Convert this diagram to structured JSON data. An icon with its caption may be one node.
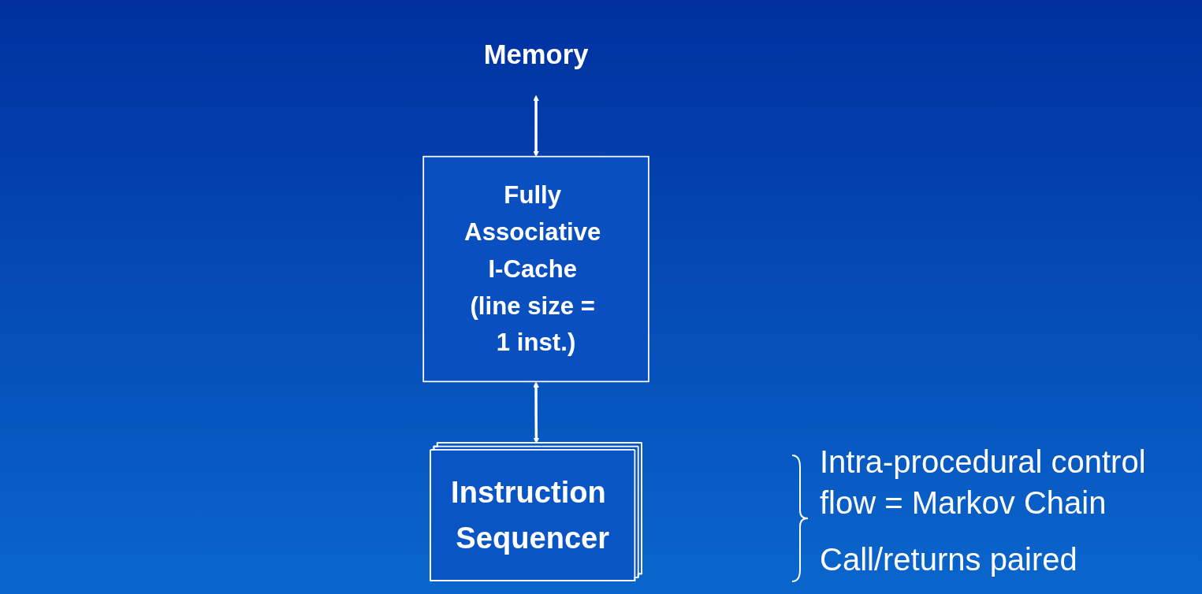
{
  "diagram": {
    "nodes": [
      {
        "text": [
          "Memory"
        ]
      },
      {
        "text": [
          "Fully Associative I-Cache (line size = 1 inst.)"
        ]
      },
      {
        "text": [
          "Instruction Sequencer"
        ]
      }
    ],
    "edges": [
      {
        "from": 0,
        "to": 1,
        "arrow": "both"
      },
      {
        "from": 1,
        "to": 2,
        "arrow": "both"
      }
    ],
    "labels": [
      "Intra-procedural control flow = Markov Chain",
      "Call/returns paired"
    ]
  }
}
